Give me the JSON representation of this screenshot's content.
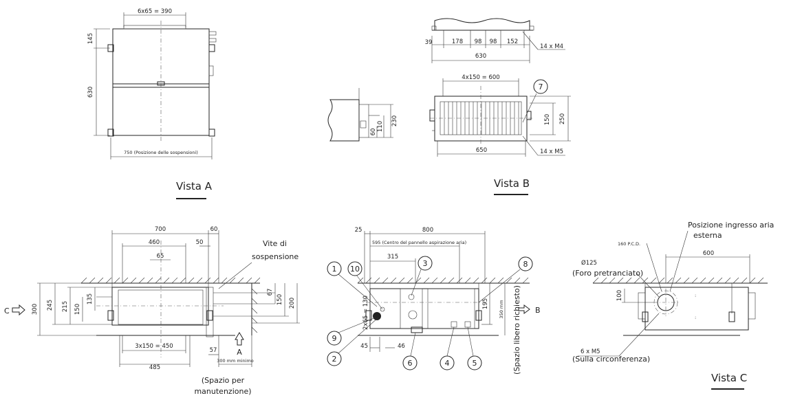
{
  "views": {
    "a": {
      "title": "Vista A",
      "dims": {
        "top": "6x65 = 390",
        "left_small": "145",
        "left_big": "630",
        "bottom": "750 (Posizione delle sospensioni)"
      }
    },
    "b": {
      "title": "Vista B",
      "dims": {
        "seg1": "39",
        "seg2": "178",
        "seg3": "98",
        "seg4": "98",
        "seg5": "152",
        "total_top": "630",
        "bolts_top": "14 x M4",
        "front_top": "4x150 = 600",
        "front_bottom": "650",
        "h150": "150",
        "h250": "250",
        "bolts_bottom": "14 x M5",
        "side_60": "60",
        "side_110": "110",
        "side_230": "230"
      },
      "callouts": {
        "seven": "7"
      }
    },
    "front": {
      "dims": {
        "w700": "700",
        "w60": "60",
        "w460": "460",
        "w50": "50",
        "w65": "65",
        "h300": "300",
        "h245": "245",
        "h215": "215",
        "h150": "150",
        "h135": "135",
        "h67": "67",
        "h150b": "150",
        "h200": "200",
        "b450": "3x150 = 450",
        "b485": "485",
        "b57": "57",
        "min300": "300 mm minimo"
      },
      "labels": {
        "screw": "Vite di sospensione",
        "screw_l1": "Vite di",
        "screw_l2": "sospensione",
        "arrow_c": "C",
        "arrow_a": "A",
        "maint_l1": "(Spazio per",
        "maint_l2": "manutenzione)"
      }
    },
    "side": {
      "dims": {
        "d25": "25",
        "d800": "800",
        "d595": "595 (Centro del pannello aspirazione aria)",
        "d315": "315",
        "d130": "2x65 = 130",
        "d195": "195",
        "d350": "350 mm",
        "d45": "45",
        "d46": "46"
      },
      "labels": {
        "free_space": "(Spazio libero richiesto)",
        "arrow_b": "B"
      },
      "callouts": [
        "1",
        "10",
        "3",
        "8",
        "9",
        "2",
        "6",
        "4",
        "5"
      ]
    },
    "c": {
      "title": "Vista C",
      "labels": {
        "intake_l1": "Posizione ingresso aria",
        "intake_l2": "esterna",
        "pcd": "160 P.C.D.",
        "dia": "Ø125",
        "prepunched": "(Foro pretranciato)",
        "holes": "6 x M5",
        "circumference": "(Sulla circonferenza)"
      },
      "dims": {
        "w600": "600",
        "h100": "100"
      }
    }
  }
}
